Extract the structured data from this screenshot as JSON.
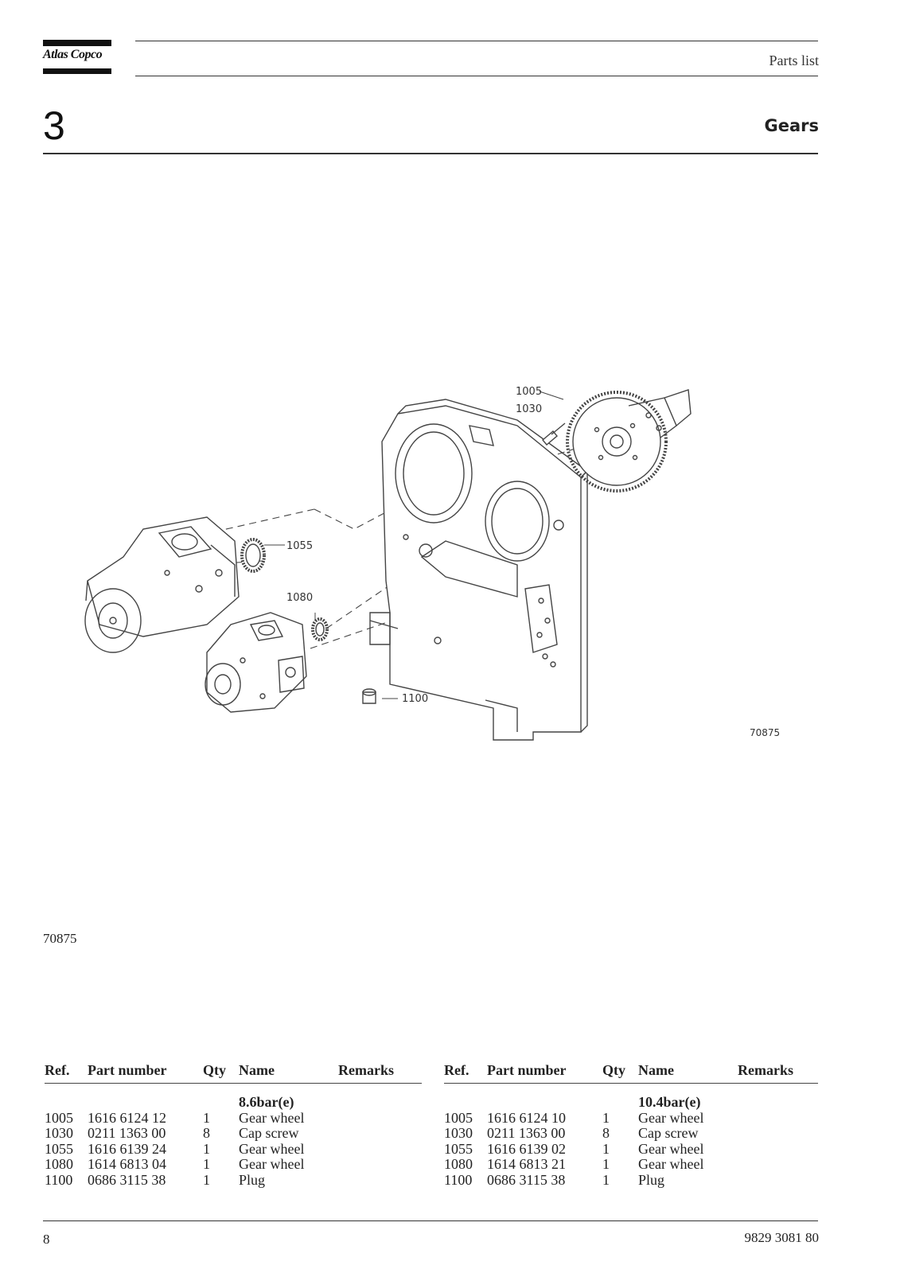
{
  "header": {
    "brand": "Atlas Copco",
    "section_label": "Parts list"
  },
  "chapter": {
    "number": "3",
    "title": "Gears"
  },
  "drawing": {
    "callouts": [
      "1005",
      "1030",
      "1055",
      "1080",
      "1100"
    ],
    "drawing_number": "70875"
  },
  "figure_id": "70875",
  "table_headers": {
    "ref": "Ref.",
    "part_number": "Part number",
    "qty": "Qty",
    "name": "Name",
    "remarks": "Remarks"
  },
  "groups": [
    {
      "label": "8.6bar(e)",
      "rows": [
        {
          "ref": "1005",
          "part_number": "1616 6124 12",
          "qty": "1",
          "name": "Gear wheel",
          "remarks": ""
        },
        {
          "ref": "1030",
          "part_number": "0211 1363 00",
          "qty": "8",
          "name": "Cap screw",
          "remarks": ""
        },
        {
          "ref": "1055",
          "part_number": "1616 6139 24",
          "qty": "1",
          "name": "Gear wheel",
          "remarks": ""
        },
        {
          "ref": "1080",
          "part_number": "1614 6813 04",
          "qty": "1",
          "name": "Gear wheel",
          "remarks": ""
        },
        {
          "ref": "1100",
          "part_number": "0686 3115 38",
          "qty": "1",
          "name": "Plug",
          "remarks": ""
        }
      ]
    },
    {
      "label": "10.4bar(e)",
      "rows": [
        {
          "ref": "1005",
          "part_number": "1616 6124 10",
          "qty": "1",
          "name": "Gear wheel",
          "remarks": ""
        },
        {
          "ref": "1030",
          "part_number": "0211 1363 00",
          "qty": "8",
          "name": "Cap screw",
          "remarks": ""
        },
        {
          "ref": "1055",
          "part_number": "1616 6139 02",
          "qty": "1",
          "name": "Gear wheel",
          "remarks": ""
        },
        {
          "ref": "1080",
          "part_number": "1614 6813 21",
          "qty": "1",
          "name": "Gear wheel",
          "remarks": ""
        },
        {
          "ref": "1100",
          "part_number": "0686 3115 38",
          "qty": "1",
          "name": "Plug",
          "remarks": ""
        }
      ]
    }
  ],
  "footer": {
    "page_number": "8",
    "document_number": "9829 3081 80"
  }
}
